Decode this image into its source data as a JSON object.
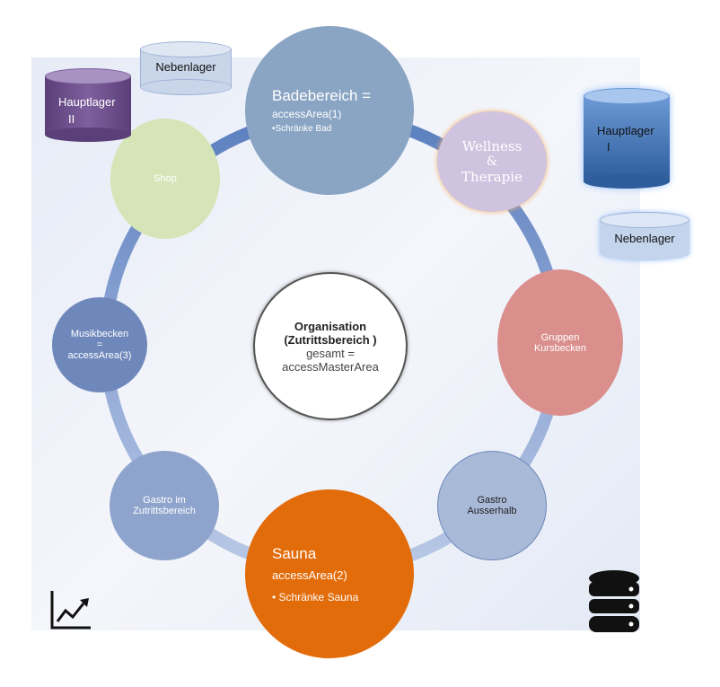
{
  "center": {
    "line1": "Organisation",
    "line2": "(Zutrittsbereich )",
    "line3": "gesamt =",
    "line4": "accessMasterArea"
  },
  "nodes": {
    "badebereich": {
      "title": "Badebereich =",
      "sub": "accessArea(1)",
      "item": "•Schränke Bad",
      "color": "#8aa5c4"
    },
    "wellness": {
      "line1": "Wellness",
      "line2": "&",
      "line3": "Therapie",
      "color": "#cfc3df"
    },
    "gruppen": {
      "line1": "Gruppen",
      "line2": "Kursbecken",
      "color": "#da8f8d"
    },
    "gastro_ausserhalb": {
      "line1": "Gastro",
      "line2": "Ausserhalb",
      "color": "#a9b9d8"
    },
    "sauna": {
      "title": "Sauna",
      "sub": "accessArea(2)",
      "item": "• Schränke Sauna",
      "color": "#e36c0a"
    },
    "gastro_zutritt": {
      "line1": "Gastro im",
      "line2": "Zutrittsbereich",
      "color": "#8fa4cc"
    },
    "musikbecken": {
      "line1": "Musikbecken",
      "line2": "=",
      "line3": "accessArea(3)",
      "color": "#6f88bb"
    },
    "shop": {
      "line1": "Shop",
      "color": "#d6e5b8"
    }
  },
  "storage": {
    "nebenlager_top": "Nebenlager",
    "hauptlager_2": {
      "line1": "Hauptlager",
      "line2": "II"
    },
    "hauptlager_1": {
      "line1": "Hauptlager",
      "line2": "I"
    },
    "nebenlager_right": "Nebenlager"
  },
  "icons": {
    "bottom_left": "line-chart-icon",
    "bottom_right": "database-icon"
  }
}
